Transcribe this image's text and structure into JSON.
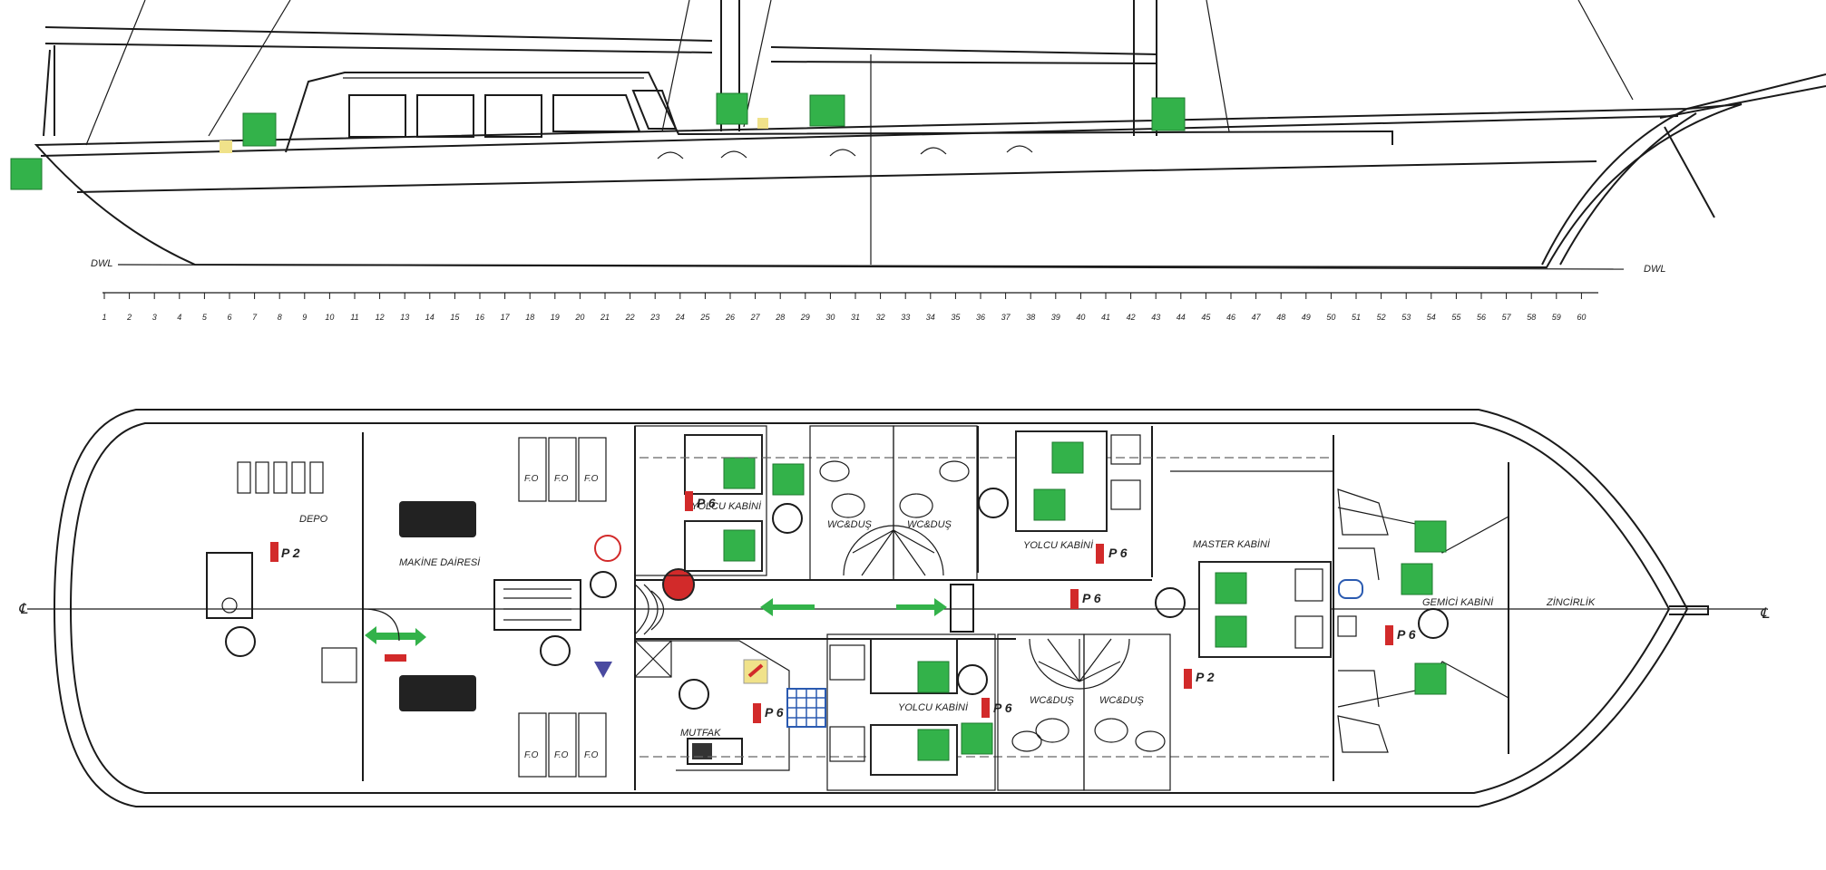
{
  "waterline_label": "DWL",
  "ruler_start": 1,
  "ruler_count": 60,
  "rooms": {
    "depo": "DEPO",
    "engine_room": "MAKİNE DAİRESİ",
    "fuel_tank": "F.O",
    "passenger_cabin_top_left": "YOLCU KABİNİ",
    "passenger_cabin_top_right": "YOLCU KABİNİ",
    "passenger_cabin_bottom": "YOLCU KABİNİ",
    "wc_shower": "WC&DUŞ",
    "master_cabin": "MASTER KABİNİ",
    "crew_cabin": "GEMİCİ KABİNİ",
    "chain_locker": "ZİNCİRLİK",
    "kitchen": "MUTFAK"
  },
  "extinguishers": {
    "depo": "P 2",
    "cabin_top": "P 6",
    "cabin_right": "P 6",
    "kitchen": "P 6",
    "cabin_bottom": "P 6",
    "master": "P 2",
    "crew": "P 6"
  },
  "centerline_symbol": "℄",
  "colors": {
    "safety_green": "#33b24a",
    "fire_red": "#d22a2a",
    "line": "#1a1a1a"
  }
}
